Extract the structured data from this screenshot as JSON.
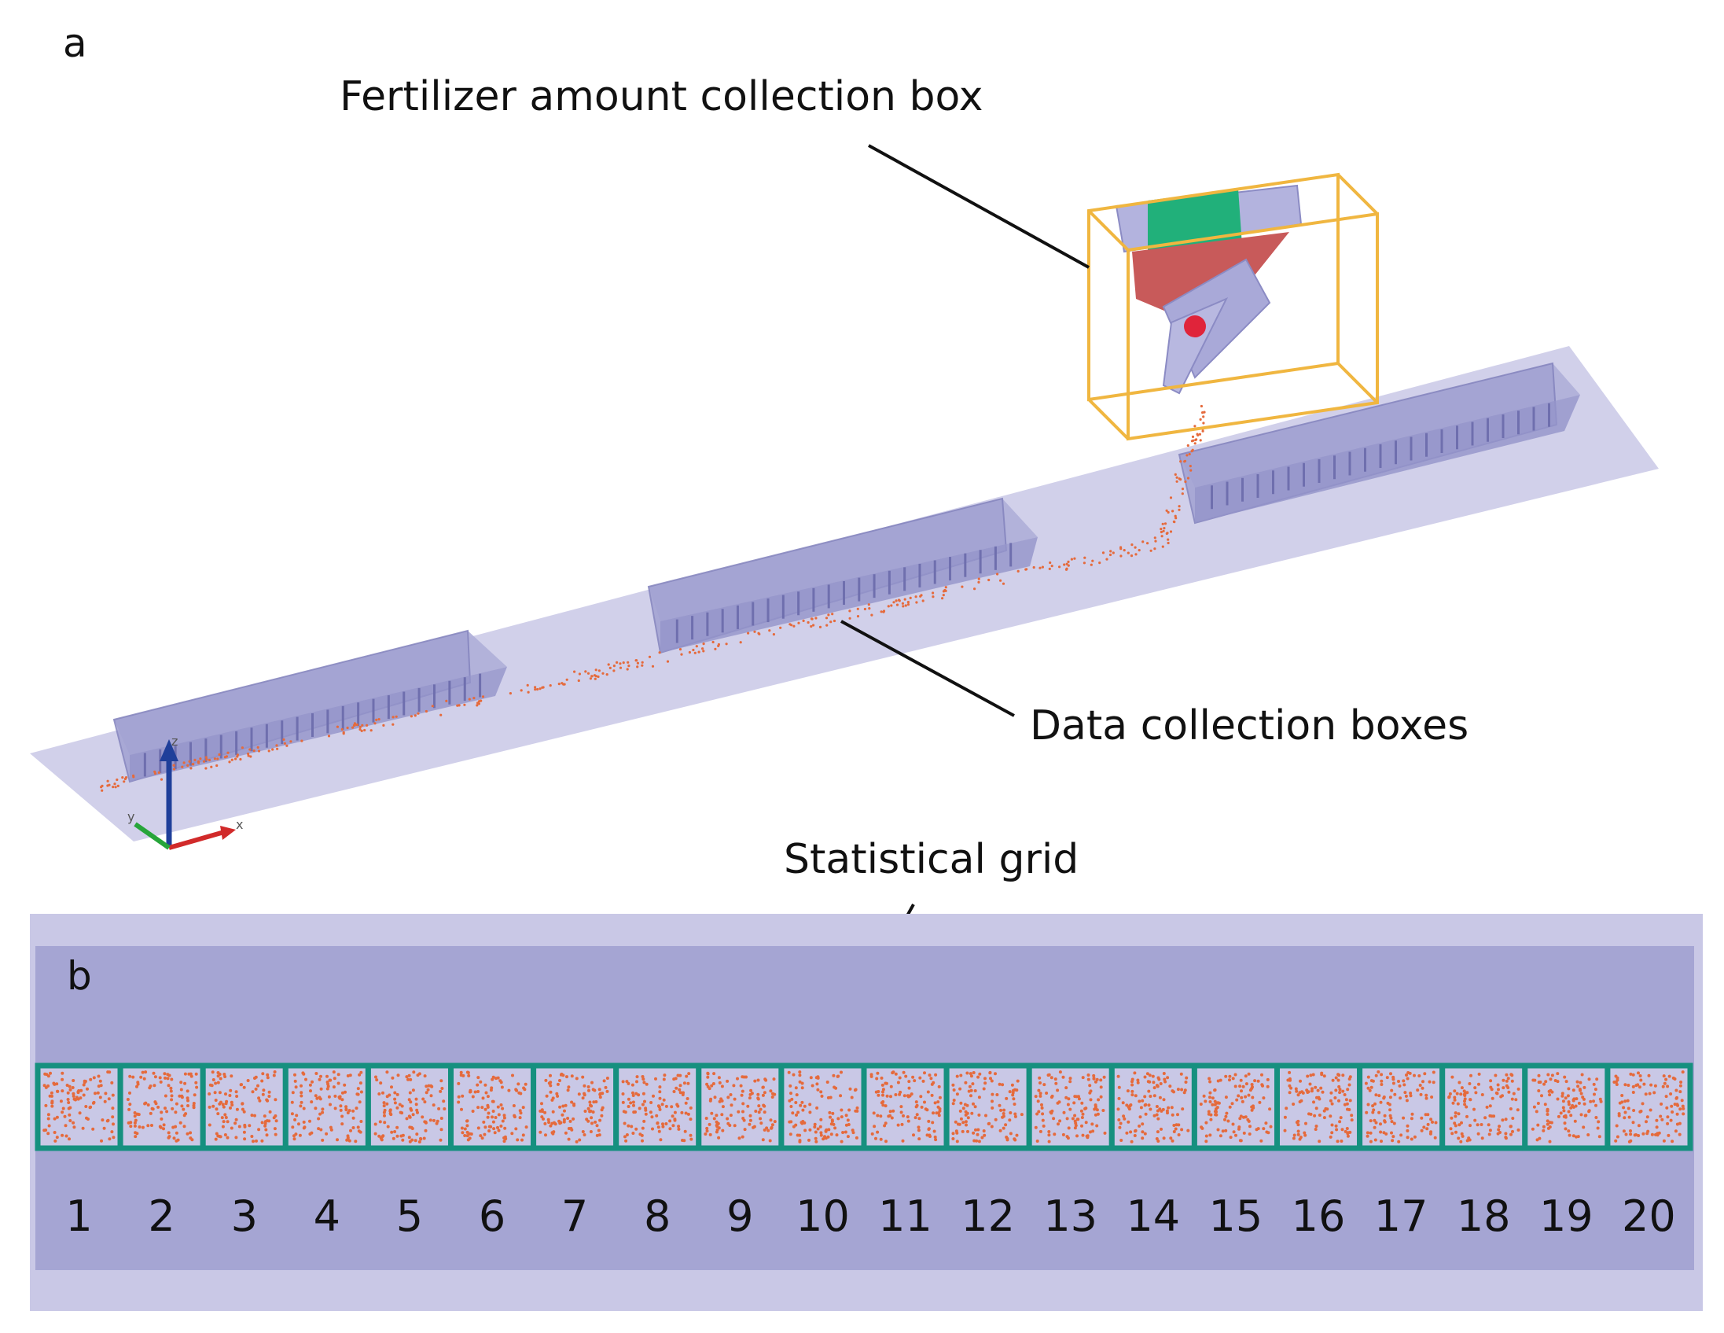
{
  "panel_a": {
    "letter": "a",
    "labels": {
      "fertilizer_box": "Fertilizer amount collection box",
      "data_boxes": "Data collection boxes"
    },
    "axes": {
      "z": "z",
      "y": "y",
      "x": "x"
    }
  },
  "panel_b": {
    "letter": "b",
    "label": "Statistical grid",
    "cells": [
      "1",
      "2",
      "3",
      "4",
      "5",
      "6",
      "7",
      "8",
      "9",
      "10",
      "11",
      "12",
      "13",
      "14",
      "15",
      "16",
      "17",
      "18",
      "19",
      "20"
    ]
  },
  "colors": {
    "plane": "#c9c8e6",
    "box_fill": "#a5a5d3",
    "box_edge": "#7e7eb8",
    "collection_frame": "#f0b640",
    "grid_stroke": "#16907f",
    "particle": "#e56a3c",
    "hopper_green": "#21b07a",
    "fertilizer": "#c85a5a"
  }
}
